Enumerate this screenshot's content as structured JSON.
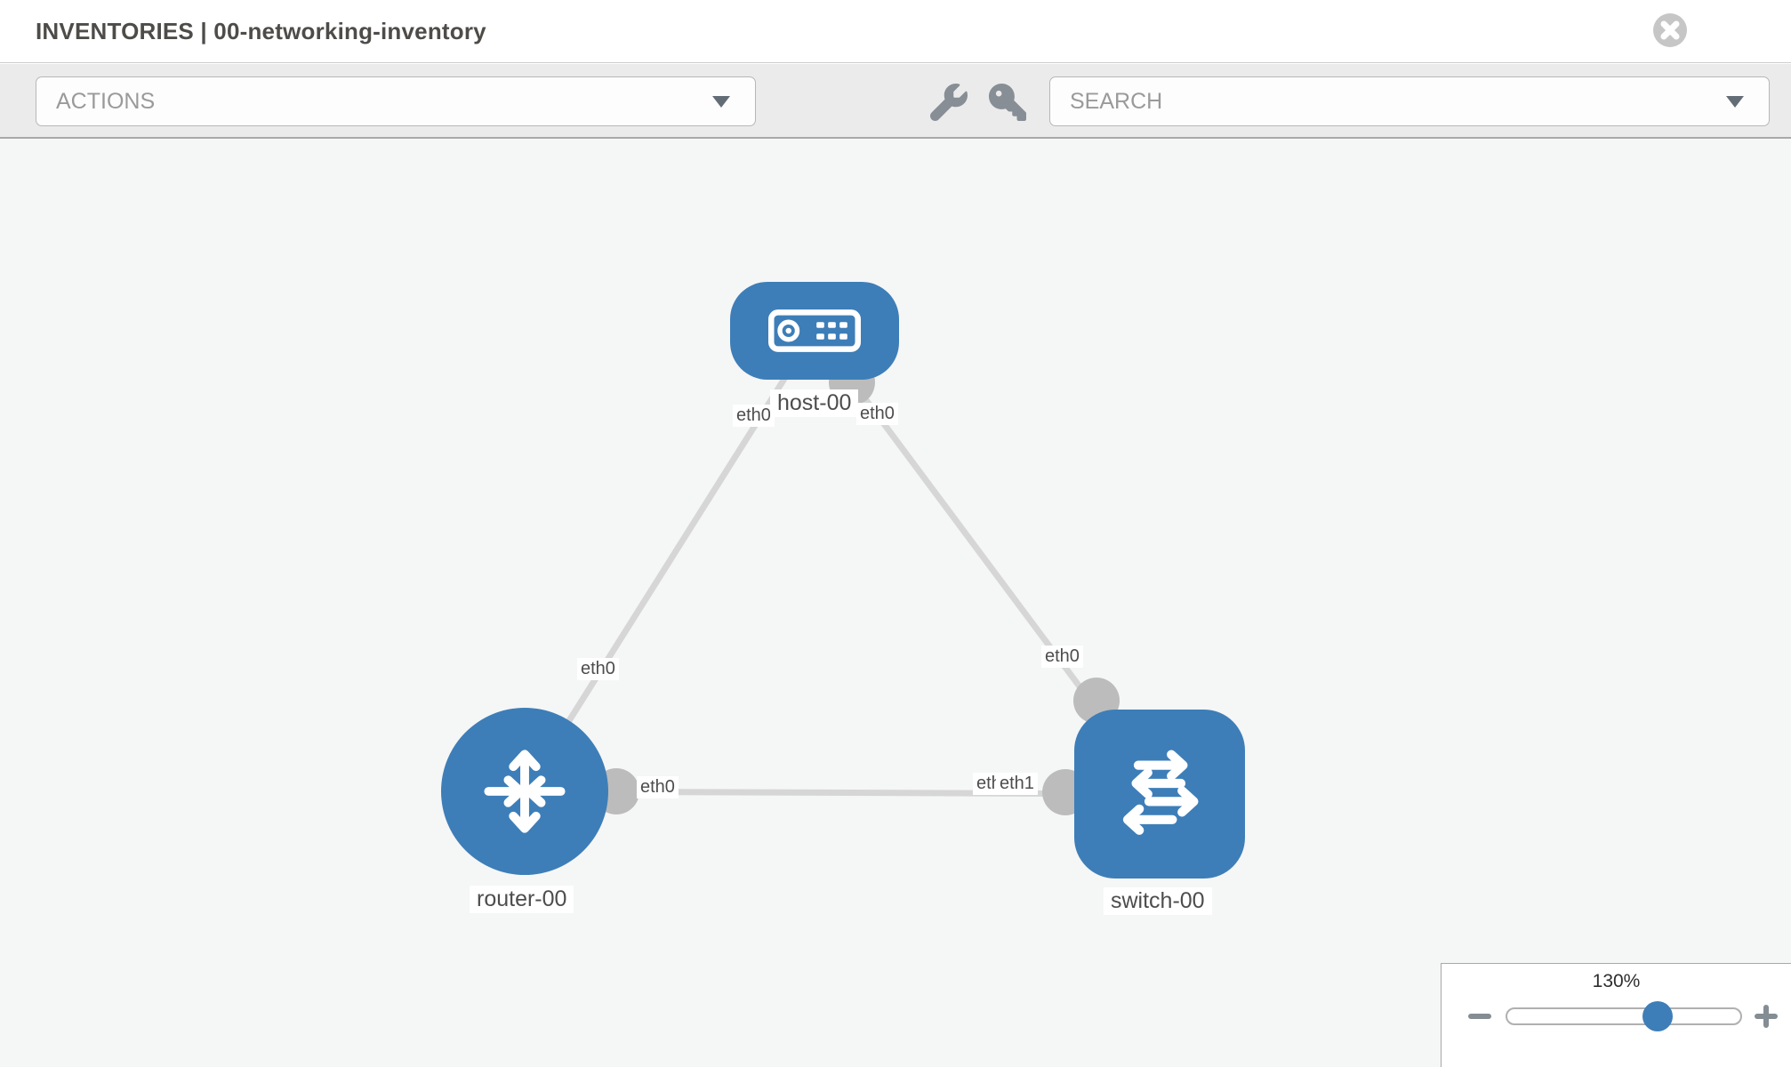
{
  "header": {
    "title": "INVENTORIES | 00-networking-inventory"
  },
  "toolbar": {
    "actions_label": "ACTIONS",
    "search_placeholder": "SEARCH"
  },
  "topology": {
    "nodes": [
      {
        "id": "host-00",
        "type": "host",
        "label": "host-00"
      },
      {
        "id": "router-00",
        "type": "router",
        "label": "router-00"
      },
      {
        "id": "switch-00",
        "type": "switch",
        "label": "switch-00"
      }
    ],
    "links": [
      {
        "source": "router-00",
        "target": "host-00",
        "source_interface": "eth0",
        "target_interface": "eth0"
      },
      {
        "source": "host-00",
        "target": "switch-00",
        "source_interface": "eth0",
        "target_interface": "eth0"
      },
      {
        "source": "router-00",
        "target": "switch-00",
        "source_interface": "eth0",
        "target_interface": "eth1",
        "target_overlap_interface": "eth0"
      }
    ]
  },
  "zoom_control": {
    "value": "130%"
  },
  "colors": {
    "node_blue": "#3d7eb8",
    "link_gray": "#d6d6d6",
    "interface_gray": "#bcbcbc",
    "canvas_bg": "#f5f6f6",
    "toolbar_bg": "#ebebeb"
  }
}
